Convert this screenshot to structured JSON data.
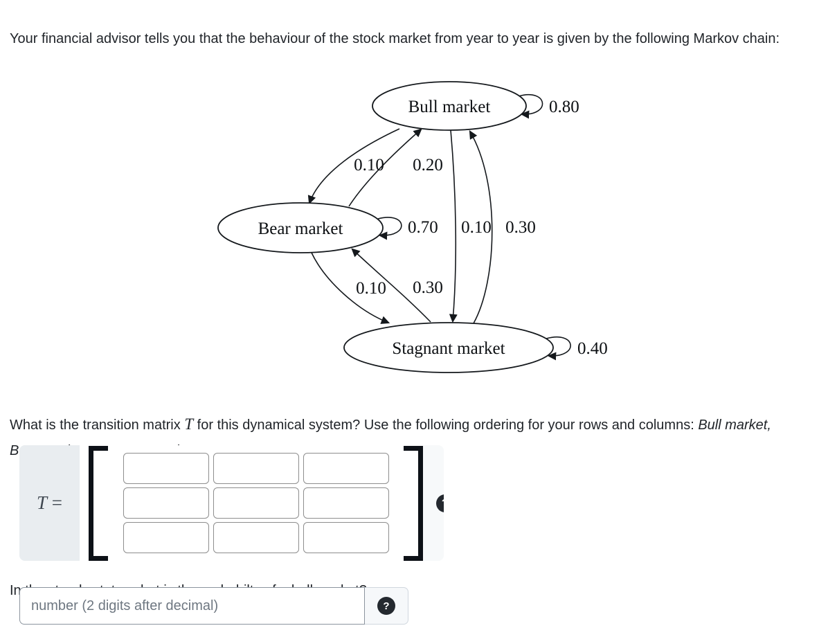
{
  "intro": {
    "text": "Your financial advisor tells you that the behaviour of the stock market from year to year is given by the following Markov chain:"
  },
  "diagram": {
    "nodes": {
      "bull": "Bull market",
      "bear": "Bear market",
      "stagnant": "Stagnant market"
    },
    "edge_labels": {
      "bull_self": "0.80",
      "bear_self": "0.70",
      "stagnant_self": "0.40",
      "bull_to_bear": "0.10",
      "bear_to_bull": "0.20",
      "bull_to_stagnant": "0.10",
      "stagnant_to_bull": "0.30",
      "bear_to_stagnant": "0.10",
      "stagnant_to_bear": "0.30"
    }
  },
  "matrix_question": {
    "part1": "What is the transition matrix ",
    "symbol": "T",
    "part2": " for this dynamical system? Use the following ordering for your rows and columns: ",
    "ordering": "Bull market, Bear market, Stagnant market",
    "period": ".",
    "label_symbol": "T",
    "label_eq": " =",
    "help": "?"
  },
  "steady_question": {
    "text": "In the steady state, what is the probabilty of a bull market?",
    "placeholder": "number (2 digits after decimal)",
    "help": "?"
  }
}
